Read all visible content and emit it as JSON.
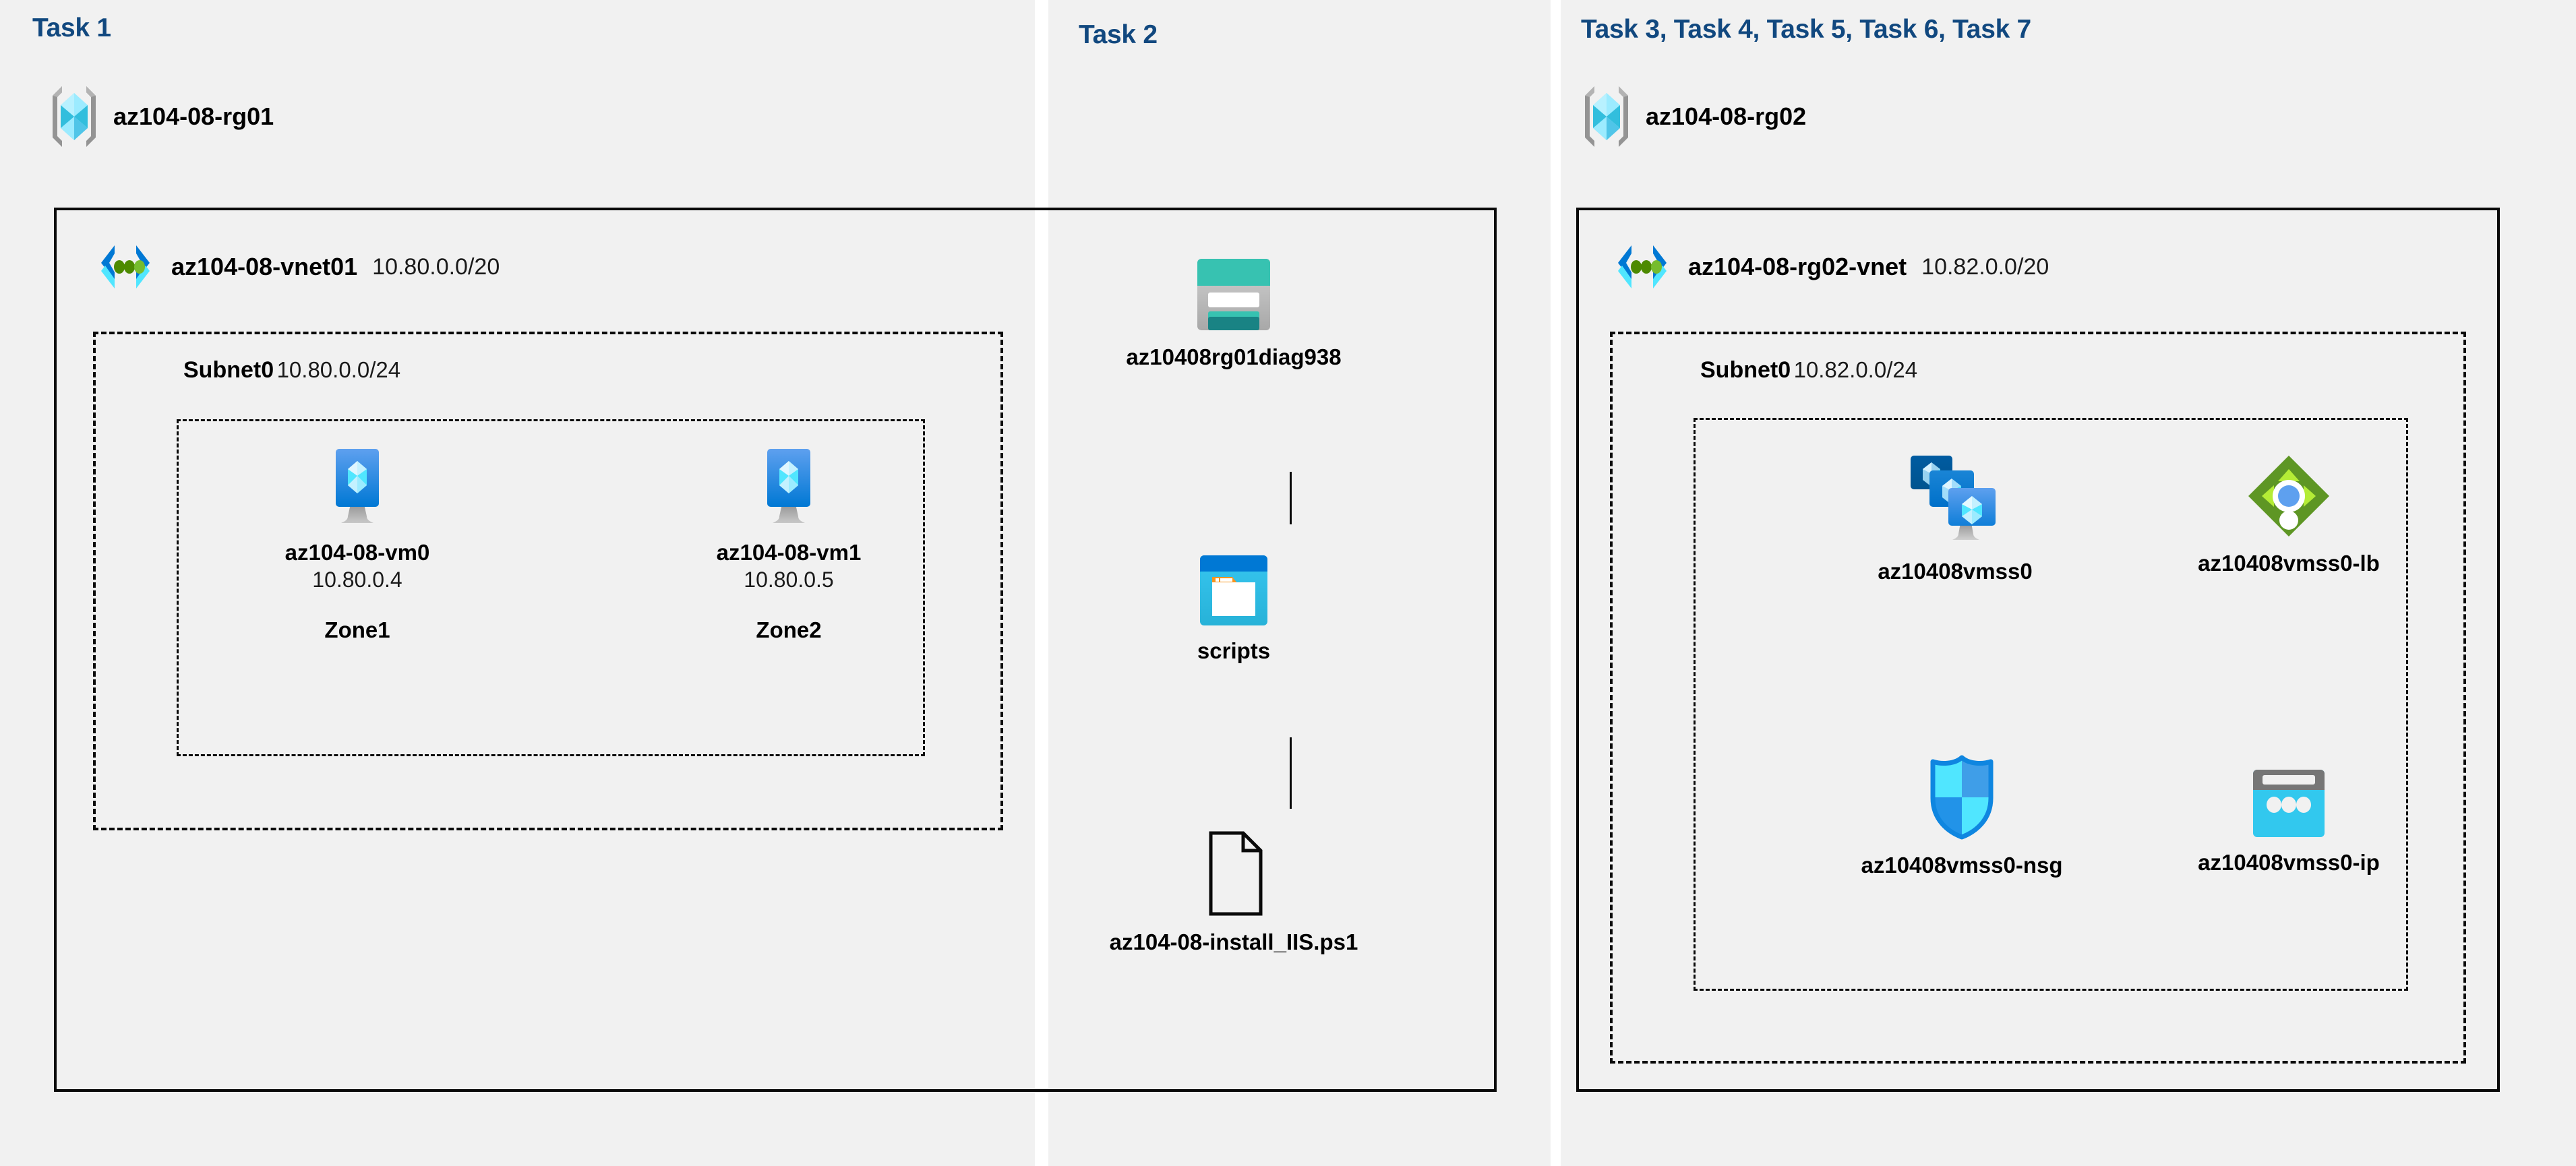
{
  "panels": [
    {
      "id": "task1",
      "label": "Task 1"
    },
    {
      "id": "task2",
      "label": "Task 2"
    },
    {
      "id": "task3",
      "label": "Task 3, Task 4, Task 5, Task 6, Task 7"
    }
  ],
  "resource_groups": [
    {
      "name": "az104-08-rg01",
      "icon": "resource-group-icon"
    },
    {
      "name": "az104-08-rg02",
      "icon": "resource-group-icon"
    }
  ],
  "vnets": [
    {
      "name": "az104-08-vnet01",
      "cidr": "10.80.0.0/20",
      "icon": "virtual-network-icon"
    },
    {
      "name": "az104-08-rg02-vnet",
      "cidr": "10.82.0.0/20",
      "icon": "virtual-network-icon"
    }
  ],
  "subnets": [
    {
      "name": "Subnet0",
      "cidr": "10.80.0.0/24"
    },
    {
      "name": "Subnet0",
      "cidr": "10.82.0.0/24"
    }
  ],
  "vms": [
    {
      "name": "az104-08-vm0",
      "ip": "10.80.0.4",
      "zone": "Zone1",
      "icon": "virtual-machine-icon"
    },
    {
      "name": "az104-08-vm1",
      "ip": "10.80.0.5",
      "zone": "Zone2",
      "icon": "virtual-machine-icon"
    }
  ],
  "storage": {
    "account": {
      "name": "az10408rg01diag938",
      "icon": "storage-account-icon"
    },
    "container": {
      "name": "scripts",
      "icon": "blob-container-icon"
    },
    "blob": {
      "name": "az104-08-install_IIS.ps1",
      "icon": "file-document-icon"
    }
  },
  "rg02_resources": [
    {
      "name": "az10408vmss0",
      "icon": "vm-scale-set-icon"
    },
    {
      "name": "az10408vmss0-lb",
      "icon": "load-balancer-icon"
    },
    {
      "name": "az10408vmss0-nsg",
      "icon": "network-security-group-icon"
    },
    {
      "name": "az10408vmss0-ip",
      "icon": "public-ip-address-icon"
    }
  ],
  "colors": {
    "panel_bg": "#f1f1f1",
    "task_label": "#11487f",
    "border": "#0a0a0a",
    "azure_blue": "#0078d4",
    "azure_cyan": "#32bedd",
    "azure_light_cyan": "#9cebff",
    "storage_teal": "#37c2b1",
    "storage_teal_dark": "#198384",
    "lb_green": "#5e9624",
    "lb_green_light": "#b4ec36",
    "grey": "#949494"
  }
}
